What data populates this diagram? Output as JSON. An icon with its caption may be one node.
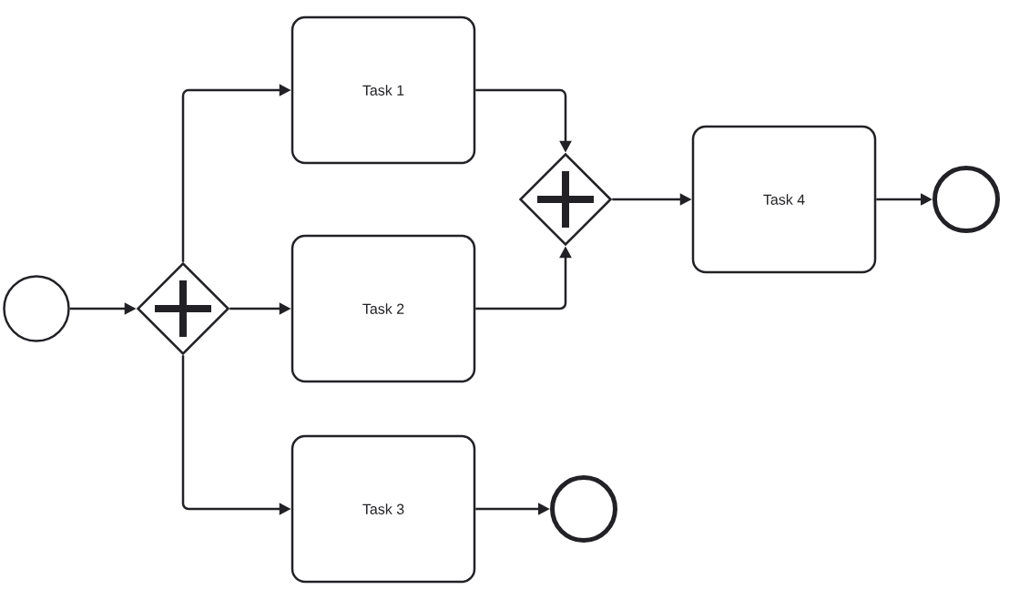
{
  "diagram": {
    "nodes": [
      {
        "text": [],
        "shape": "circle"
      },
      {
        "text": [],
        "shape": "diamond"
      },
      {
        "text": [
          "Task 1"
        ]
      },
      {
        "text": [
          "Task 2"
        ]
      },
      {
        "text": [
          "Task 3"
        ]
      },
      {
        "text": [],
        "shape": "diamond"
      },
      {
        "text": [
          "Task 4"
        ]
      },
      {
        "text": [],
        "shape": "circle"
      },
      {
        "text": [],
        "shape": "circle"
      }
    ],
    "edges": [
      {
        "from": 0,
        "to": 1,
        "arrow": "to"
      },
      {
        "from": 1,
        "to": 2,
        "arrow": "to"
      },
      {
        "from": 1,
        "to": 3,
        "arrow": "to"
      },
      {
        "from": 1,
        "to": 4,
        "arrow": "to"
      },
      {
        "from": 2,
        "to": 5,
        "arrow": "to"
      },
      {
        "from": 3,
        "to": 5,
        "arrow": "to"
      },
      {
        "from": 5,
        "to": 6,
        "arrow": "to"
      },
      {
        "from": 6,
        "to": 7,
        "arrow": "to"
      },
      {
        "from": 4,
        "to": 8,
        "arrow": "to"
      }
    ]
  }
}
